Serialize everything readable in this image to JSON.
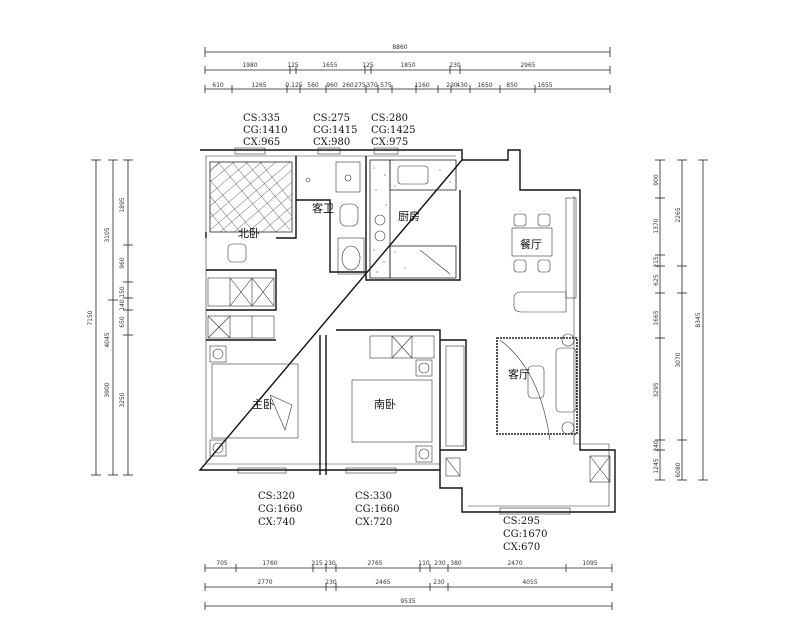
{
  "rooms": {
    "north_bedroom": "北卧",
    "guest_bath": "客卫",
    "kitchen": "厨房",
    "dining": "餐厅",
    "living": "客厅",
    "master_bedroom": "主卧",
    "south_bedroom": "南卧"
  },
  "window_notes": {
    "north_bedroom": [
      "CS:335",
      "CG:1410",
      "CX:965"
    ],
    "guest_bath": [
      "CS:275",
      "CG:1415",
      "CX:980"
    ],
    "kitchen": [
      "CS:280",
      "CG:1425",
      "CX:975"
    ],
    "master": [
      "CS:320",
      "CG:1660",
      "CX:740"
    ],
    "south": [
      "CS:330",
      "CG:1660",
      "CX:720"
    ],
    "living": [
      "CS:295",
      "CG:1670",
      "CX:670"
    ]
  },
  "dims": {
    "top_total": "8860",
    "top_row1": [
      "1980",
      "125",
      "1655",
      "125",
      "1850",
      "230",
      "2965"
    ],
    "top_row2": [
      "610",
      "1265",
      "0.125",
      "560",
      "960",
      "260",
      "275",
      "370",
      "575",
      "1160",
      "230",
      "430",
      "1650",
      "850",
      "1655"
    ],
    "left_total": "7150",
    "left_row1": [
      "3105",
      "4045"
    ],
    "left_row2": [
      "1895",
      "960",
      "150",
      "140",
      "650",
      "3250"
    ],
    "left_row3": [
      "3900"
    ],
    "right_total": "8345",
    "right_row1": [
      "2265",
      "6080"
    ],
    "right_row2": [
      "900",
      "1370",
      "215",
      "625",
      "1665",
      "3295",
      "240",
      "1245"
    ],
    "right_row3": [
      "3070"
    ],
    "bottom_row1": [
      "705",
      "1760",
      "315",
      "230",
      "2765",
      "110",
      "230",
      "380",
      "2470",
      "1095"
    ],
    "bottom_row2": [
      "2770",
      "230",
      "2465",
      "230",
      "4055"
    ],
    "bottom_total": "9535"
  }
}
